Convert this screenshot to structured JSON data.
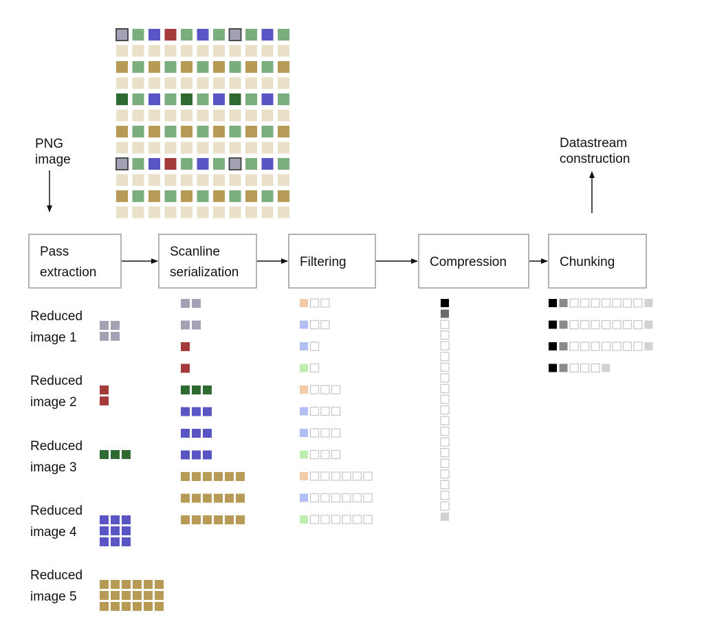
{
  "colors": {
    "gray_cell": "#A3A1B4",
    "gray_border": "#4A4A4A",
    "green": "#7BAE7F",
    "blue": "#5A55C5",
    "red": "#A33B3B",
    "gold": "#B79A56",
    "dark_green": "#2F6A33",
    "beige": "#E8E1C8",
    "filter_orange": "#F3CBA9",
    "filter_blue": "#B2BDF1",
    "filter_green": "#BEEEB2",
    "outline": "#C8C8C8",
    "box_stroke": "#9A9A9A"
  },
  "legend": {
    "g": "gray_cell",
    "n": "green",
    "b": "blue",
    "r": "red",
    "y": "gold",
    "d": "dark_green",
    "e": "beige",
    "o": "filter_orange",
    "u": "filter_blue",
    "l": "filter_green",
    "w": "outline",
    "k": "black",
    "m": "mid_gray",
    "a": "light_gray",
    "c": "dark_gray"
  },
  "image": {
    "rows": [
      "gnbrnbngnbn",
      "eeeeeeeeeee",
      "ynynynynyny",
      "eeeeeeeeeee",
      "dnbndnbdnbn",
      "eeeeeeeeeee",
      "ynynynynyny",
      "eeeeeeeeeee",
      "gnbrnbngnbn",
      "eeeeeeeeeee",
      "ynynynynyny",
      "eeeeeeeeeee"
    ]
  },
  "labels": {
    "png_line1": "PNG",
    "png_line2": "image",
    "datastream_line1": "Datastream",
    "datastream_line2": "construction"
  },
  "stages": [
    {
      "line1": "Pass",
      "line2": "extraction"
    },
    {
      "line1": "Scanline",
      "line2": "serialization"
    },
    {
      "line1": "Filtering",
      "line2": ""
    },
    {
      "line1": "Compression",
      "line2": ""
    },
    {
      "line1": "Chunking",
      "line2": ""
    }
  ],
  "reduced_images": [
    {
      "line1": "Reduced",
      "line2": "image 1",
      "rows": [
        "gg",
        "gg"
      ]
    },
    {
      "line1": "Reduced",
      "line2": "image 2",
      "rows": [
        "r",
        "r"
      ]
    },
    {
      "line1": "Reduced",
      "line2": "image 3",
      "rows": [
        "ddd"
      ]
    },
    {
      "line1": "Reduced",
      "line2": "image 4",
      "rows": [
        "bbb",
        "bbb",
        "bbb"
      ]
    },
    {
      "line1": "Reduced",
      "line2": "image 5",
      "rows": [
        "yyyyyy",
        "yyyyyy",
        "yyyyyy"
      ]
    }
  ],
  "scanlines": [
    "gg",
    "gg",
    "r",
    "r",
    "ddd",
    "bbb",
    "bbb",
    "bbb",
    "yyyyyy",
    "yyyyyy",
    "yyyyyy"
  ],
  "filtered": [
    "oww",
    "uww",
    "uw",
    "lw",
    "owww",
    "uwww",
    "uwww",
    "lwww",
    "owwwwww",
    "uwwwwww",
    "lwwwwww"
  ],
  "compressed": "kcwwwwwwwwwwwwwwwwwwa",
  "chunks": [
    "kmwwwwwwwa",
    "kmwwwwwwwa",
    "kmwwwwwwwa",
    "kmwwwa"
  ]
}
